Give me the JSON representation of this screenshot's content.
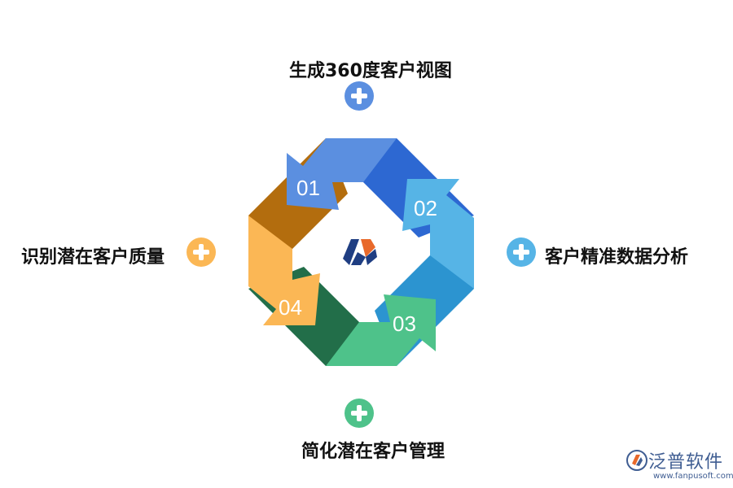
{
  "nodes": [
    {
      "id": "top",
      "label": "生成360度客户视图",
      "color": "#5b8fe0",
      "number": "01"
    },
    {
      "id": "right",
      "label": "客户精准数据分析",
      "color": "#56b4e6",
      "number": "02"
    },
    {
      "id": "bottom",
      "label": "简化潜在客户管理",
      "color": "#4ec28a",
      "number": "03"
    },
    {
      "id": "left",
      "label": "识别潜在客户质量",
      "color": "#f9b14e",
      "number": "04"
    }
  ],
  "center": {
    "icon": "fanpu-logo-icon"
  },
  "colors": {
    "blue": "#5b8fe0",
    "blue_dark": "#2d68d2",
    "light_blue": "#56b4e6",
    "light_blue_dark": "#2c94d0",
    "green": "#4ec28a",
    "green_dark": "#226e49",
    "orange": "#fbb755",
    "orange_dark": "#b36d0e"
  },
  "brand": {
    "name": "泛普软件",
    "url": "www.fanpusoft.com",
    "icon": "fanpu-brand-icon"
  }
}
